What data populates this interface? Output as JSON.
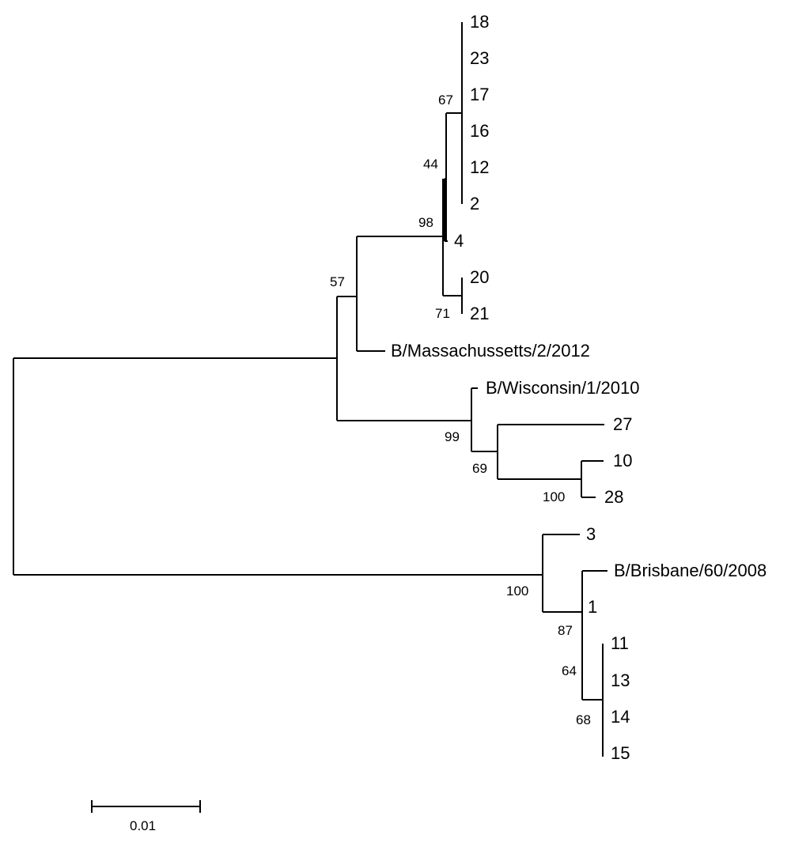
{
  "tree": {
    "leaves": {
      "t18": "18",
      "t23": "23",
      "t17": "17",
      "t16": "16",
      "t12": "12",
      "t2": "2",
      "t4": "4",
      "t20": "20",
      "t21": "21",
      "massachusetts": "B/Massachussetts/2/2012",
      "wisconsin": "B/Wisconsin/1/2010",
      "t27": "27",
      "t10": "10",
      "t28": "28",
      "t3": "3",
      "brisbane": "B/Brisbane/60/2008",
      "t1": "1",
      "t11": "11",
      "t13": "13",
      "t14": "14",
      "t15": "15"
    },
    "support": {
      "n67": "67",
      "n44": "44",
      "n98": "98",
      "n71": "71",
      "n57": "57",
      "n99": "99",
      "n69": "69",
      "n100a": "100",
      "n100b": "100",
      "n87": "87",
      "n64": "64",
      "n68": "68"
    },
    "scale_bar": {
      "label": "0.01"
    }
  }
}
